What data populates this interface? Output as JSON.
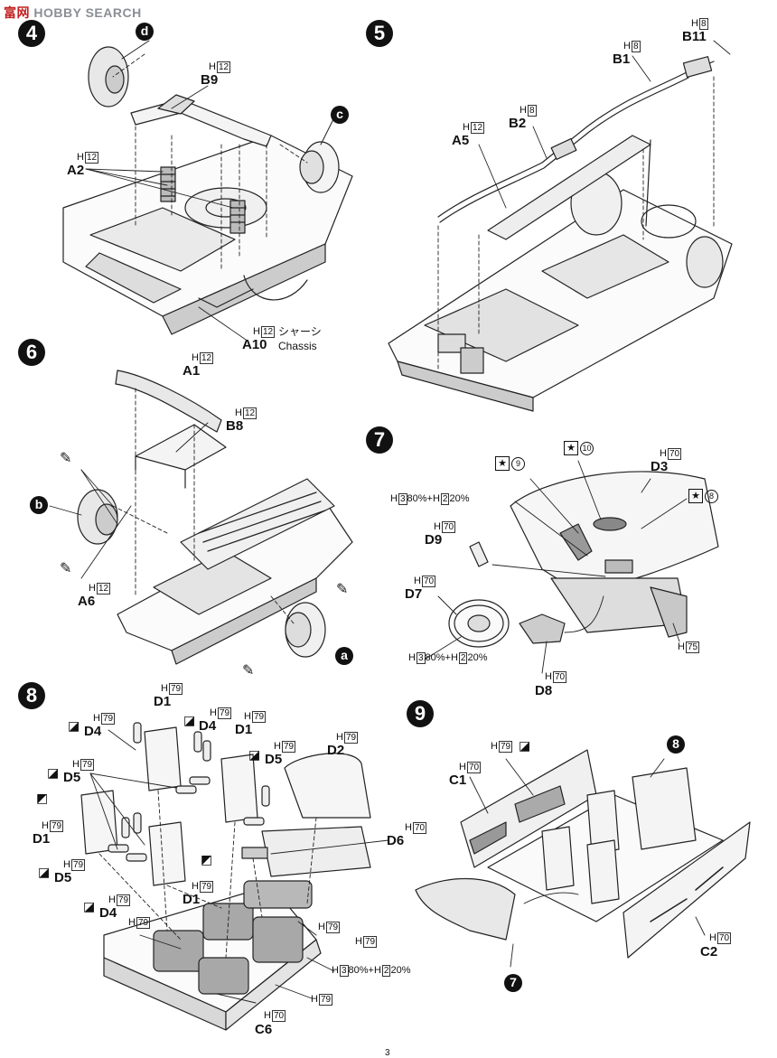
{
  "watermark": {
    "brand_cn": "富",
    "brand_cn2": "网",
    "brand_text": "HOBBY SEARCH"
  },
  "steps": {
    "s4": "4",
    "s5": "5",
    "s6": "6",
    "s7": "7",
    "s8": "8",
    "s9": "9"
  },
  "sub_markers": {
    "a": "a",
    "b": "b",
    "c": "c",
    "d": "d",
    "ref8": "8",
    "ref7": "7"
  },
  "step4": {
    "d": "d",
    "c": "c",
    "B9": "B9",
    "B9_paint": "H",
    "B9_num": "12",
    "A2": "A2",
    "A2_paint": "H",
    "A2_num": "12",
    "A10": "A10",
    "A10_paint": "H",
    "A10_num": "12",
    "chassis_jp": "シャーシ",
    "chassis_en": "Chassis"
  },
  "step5": {
    "B11": "B11",
    "B11_paint": "H",
    "B11_num": "8",
    "B1": "B1",
    "B1_paint": "H",
    "B1_num": "8",
    "B2": "B2",
    "B2_paint": "H",
    "B2_num": "8",
    "A5": "A5",
    "A5_paint": "H",
    "A5_num": "12"
  },
  "step6": {
    "A1": "A1",
    "A1_paint": "H",
    "A1_num": "12",
    "B8": "B8",
    "B8_paint": "H",
    "B8_num": "12",
    "A6": "A6",
    "A6_paint": "H",
    "A6_num": "12"
  },
  "step7": {
    "D3": "D3",
    "D3_paint": "H",
    "D3_num": "70",
    "D9": "D9",
    "D9_paint": "H",
    "D9_num": "70",
    "D7": "D7",
    "D7_paint": "H",
    "D7_num": "70",
    "D8": "D8",
    "D8_paint": "H",
    "D8_num": "70",
    "H75_paint": "H",
    "H75_num": "75",
    "mix_a_paint": "H",
    "mix_a_num1": "3",
    "mix_a_pct1": "80%+H",
    "mix_a_num2": "2",
    "mix_a_pct2": "20%",
    "mix_b_paint": "H",
    "mix_b_num1": "3",
    "mix_b_pct1": "80%+H",
    "mix_b_num2": "2",
    "mix_b_pct2": "20%",
    "decal9": "9",
    "decal10": "10",
    "decal8": "8"
  },
  "step8": {
    "D1": "D1",
    "D2": "D2",
    "D4": "D4",
    "D5": "D5",
    "D6": "D6",
    "C6": "C6",
    "paint": "H",
    "n79": "79",
    "n70": "70",
    "mix_num1": "3",
    "mix_pct1": "80%+H",
    "mix_num2": "2",
    "mix_pct2": "20%"
  },
  "step9": {
    "C1": "C1",
    "C2": "C2",
    "paint": "H",
    "n79": "79",
    "n70": "70"
  },
  "page_number": "3"
}
